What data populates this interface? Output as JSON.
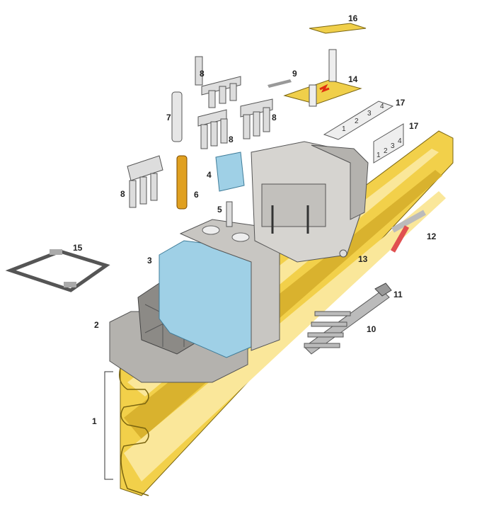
{
  "diagram": {
    "labels": [
      "1",
      "2",
      "3",
      "4",
      "5",
      "6",
      "7",
      "8",
      "8",
      "8",
      "8",
      "9",
      "10",
      "11",
      "12",
      "13",
      "14",
      "15",
      "16",
      "17",
      "17"
    ],
    "marker_numbers": [
      "1",
      "2",
      "3",
      "4"
    ]
  },
  "colors": {
    "rail": "#f2d04a",
    "rail_dark": "#c9a21c",
    "block": "#b4b2ae",
    "block_dark": "#8c8a86",
    "blue": "#9fd0e6",
    "plate": "#f0cf4a",
    "bolt": "#e0a020"
  }
}
